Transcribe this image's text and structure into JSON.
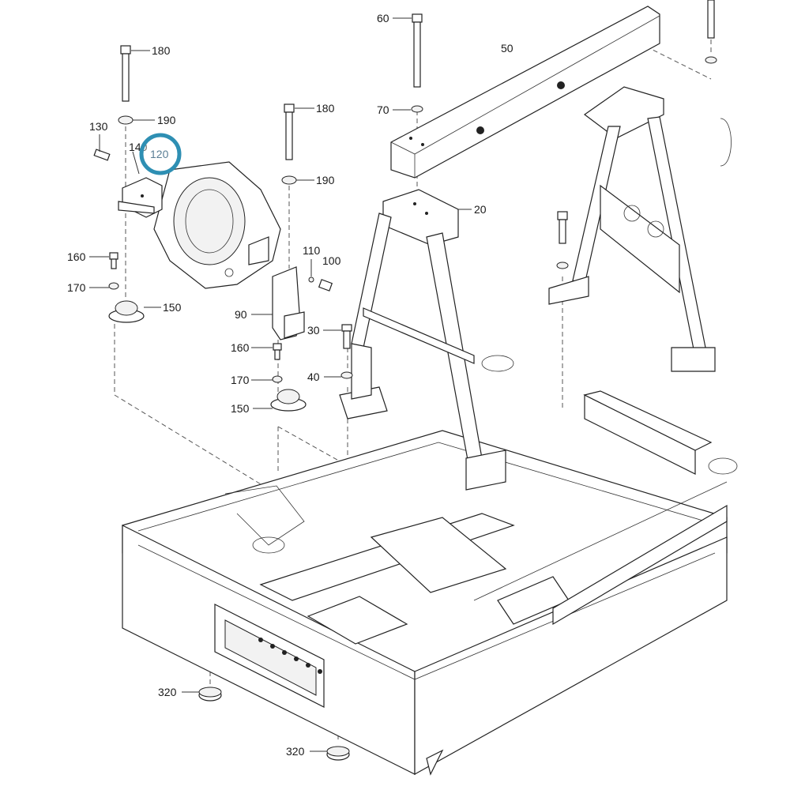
{
  "selected_callout": "120",
  "highlight_color": "#2e8fb3",
  "callouts": {
    "c180a": "180",
    "c190a": "190",
    "c130": "130",
    "c140": "140",
    "c120": "120",
    "c160a": "160",
    "c170a": "170",
    "c150a": "150",
    "c180b": "180",
    "c190b": "190",
    "c110": "110",
    "c100": "100",
    "c90": "90",
    "c160b": "160",
    "c170b": "170",
    "c150b": "150",
    "c30": "30",
    "c40": "40",
    "c60": "60",
    "c70": "70",
    "c50": "50",
    "c20": "20",
    "c320a": "320",
    "c320b": "320"
  }
}
